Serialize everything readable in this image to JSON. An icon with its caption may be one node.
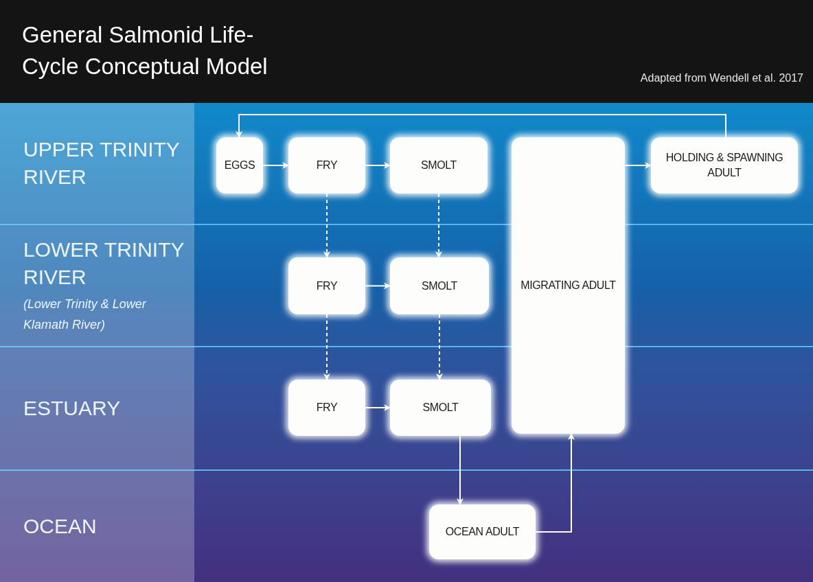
{
  "diagram": {
    "title": "General Salmonid Life-Cycle Conceptual Model",
    "nodes": [
      {
        "text": [
          "UPPER TRINITY RIVER"
        ]
      },
      {
        "text": [
          "LOWER TRINITY RIVER",
          "(Lower Trinity & Lower Klamath River)"
        ]
      },
      {
        "text": [
          "ESTUARY"
        ]
      },
      {
        "text": [
          "OCEAN"
        ]
      },
      {
        "text": [
          "EGGS"
        ]
      },
      {
        "text": [
          "FRY"
        ]
      },
      {
        "text": [
          "SMOLT"
        ]
      },
      {
        "text": [
          "MIGRATING ADULT"
        ]
      },
      {
        "text": [
          "HOLDING & SPAWNING ADULT"
        ]
      },
      {
        "text": [
          "FRY"
        ]
      },
      {
        "text": [
          "SMOLT"
        ]
      },
      {
        "text": [
          "FRY"
        ]
      },
      {
        "text": [
          "SMOLT"
        ]
      },
      {
        "text": [
          "OCEAN ADULT"
        ]
      }
    ],
    "edges": [
      {
        "from": 8,
        "to": 4,
        "arrow": "to"
      },
      {
        "from": 4,
        "to": 5,
        "arrow": "to"
      },
      {
        "from": 5,
        "to": 6,
        "arrow": "to"
      },
      {
        "from": 7,
        "to": 8,
        "arrow": "to"
      },
      {
        "from": 5,
        "to": 9,
        "arrow": "to",
        "style": "dashed"
      },
      {
        "from": 6,
        "to": 10,
        "arrow": "to",
        "style": "dashed"
      },
      {
        "from": 9,
        "to": 10,
        "arrow": "to"
      },
      {
        "from": 9,
        "to": 11,
        "arrow": "to",
        "style": "dashed"
      },
      {
        "from": 10,
        "to": 12,
        "arrow": "to",
        "style": "dashed"
      },
      {
        "from": 11,
        "to": 12,
        "arrow": "to"
      },
      {
        "from": 12,
        "to": 13,
        "arrow": "to"
      },
      {
        "from": 13,
        "to": 7,
        "arrow": "to"
      }
    ],
    "labels": [
      "Adapted from Wendell et al. 2017"
    ]
  }
}
